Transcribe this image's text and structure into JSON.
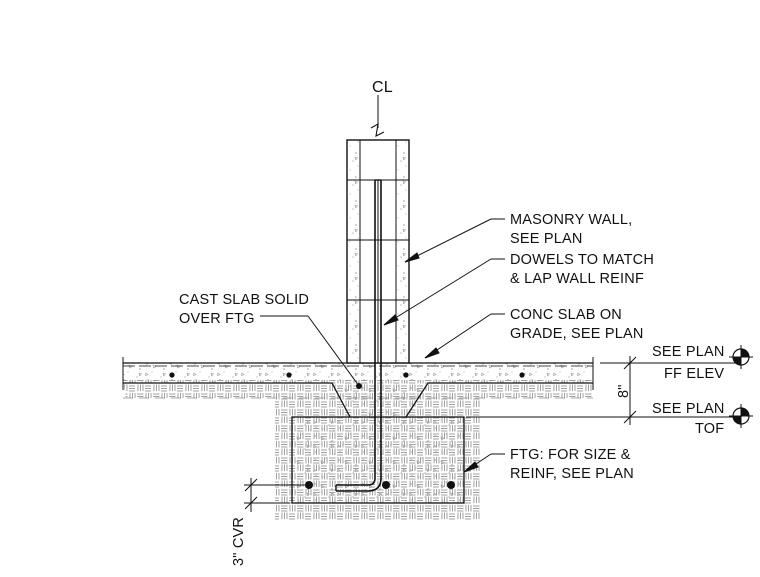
{
  "centerline_mark": "CL",
  "notes": {
    "masonry_wall": [
      "MASONRY WALL,",
      "SEE PLAN"
    ],
    "dowels": [
      "DOWELS TO MATCH",
      "& LAP WALL REINF"
    ],
    "cast_slab": [
      "CAST SLAB SOLID",
      "OVER FTG"
    ],
    "conc_slab": [
      "CONC SLAB ON",
      "GRADE, SEE PLAN"
    ],
    "footing": [
      "FTG: FOR SIZE &",
      "REINF, SEE PLAN"
    ]
  },
  "elevations": {
    "ff_top": "SEE PLAN",
    "ff_bottom": "FF ELEV",
    "tof_top": "SEE PLAN",
    "tof_bottom": "TOF"
  },
  "dimensions": {
    "slab_thickness": "8\"",
    "cover": "3\" CVR"
  },
  "colors": {
    "line": "#111111",
    "soil_hatch": "#8a8a8a",
    "concrete_speckle": "#9a9a9a"
  }
}
